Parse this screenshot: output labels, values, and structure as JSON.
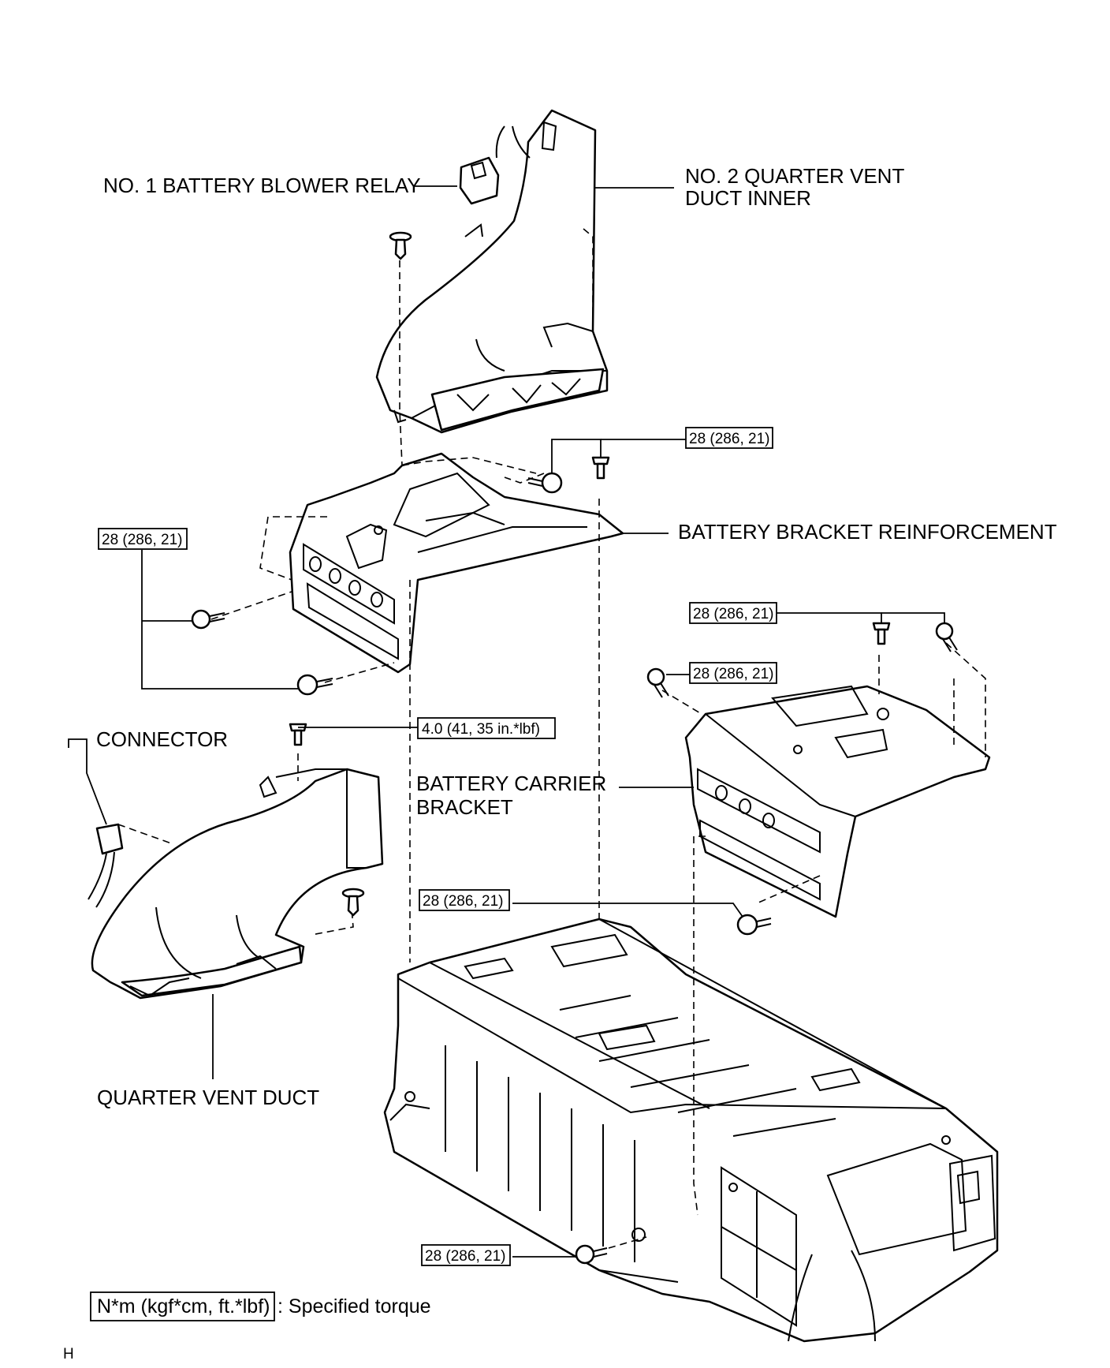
{
  "labels": {
    "relay": "NO. 1 BATTERY BLOWER RELAY",
    "duct_inner_line1": "NO. 2 QUARTER VENT",
    "duct_inner_line2": "DUCT INNER",
    "reinforcement": "BATTERY BRACKET REINFORCEMENT",
    "connector": "CONNECTOR",
    "carrier_line1": "BATTERY CARRIER",
    "carrier_line2": "BRACKET",
    "quarter_duct": "QUARTER VENT DUCT"
  },
  "torque": {
    "t1": "28 (286, 21)",
    "t2": "28 (286, 21)",
    "t3": "28 (286, 21)",
    "t4": "28 (286, 21)",
    "t5": "4.0 (41, 35 in.*lbf)",
    "t6": "28 (286, 21)",
    "t7": "28 (286, 21)"
  },
  "legend": {
    "unit": "N*m (kgf*cm, ft.*lbf)",
    "desc": ": Specified torque"
  },
  "footer": {
    "code": "H"
  },
  "icons": [
    "bolt-icon",
    "clip-icon",
    "relay-icon",
    "connector-icon"
  ]
}
